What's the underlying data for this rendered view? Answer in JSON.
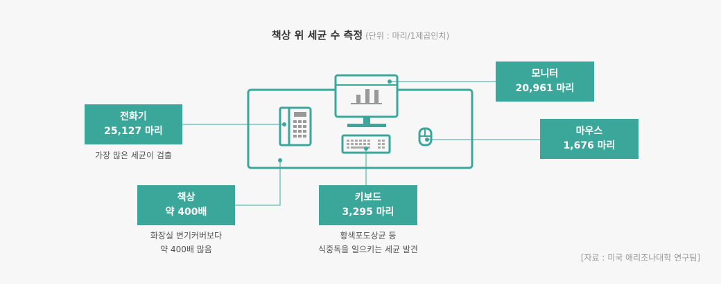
{
  "title": {
    "main": "책상 위 세균 수 측정",
    "unit": "(단위 : 마리/1제곱인치)"
  },
  "items": {
    "monitor": {
      "name": "모니터",
      "value": "20,961 마리"
    },
    "phone": {
      "name": "전화기",
      "value": "25,127 마리",
      "note": "가장 많은 세균이 검출"
    },
    "mouse": {
      "name": "마우스",
      "value": "1,676 마리"
    },
    "desk": {
      "name": "책상",
      "value": "약 400배",
      "note1": "화장실 변기커버보다",
      "note2": "약 400배 많음"
    },
    "keyboard": {
      "name": "키보드",
      "value": "3,295 마리",
      "note1": "황색포도상균 등",
      "note2": "식중독을 일으키는 세균 발견"
    }
  },
  "source": "[자료 : 미국 애리조나대학 연구팀]",
  "colors": {
    "accent": "#3aa79a",
    "background": "#f7f7f7"
  }
}
